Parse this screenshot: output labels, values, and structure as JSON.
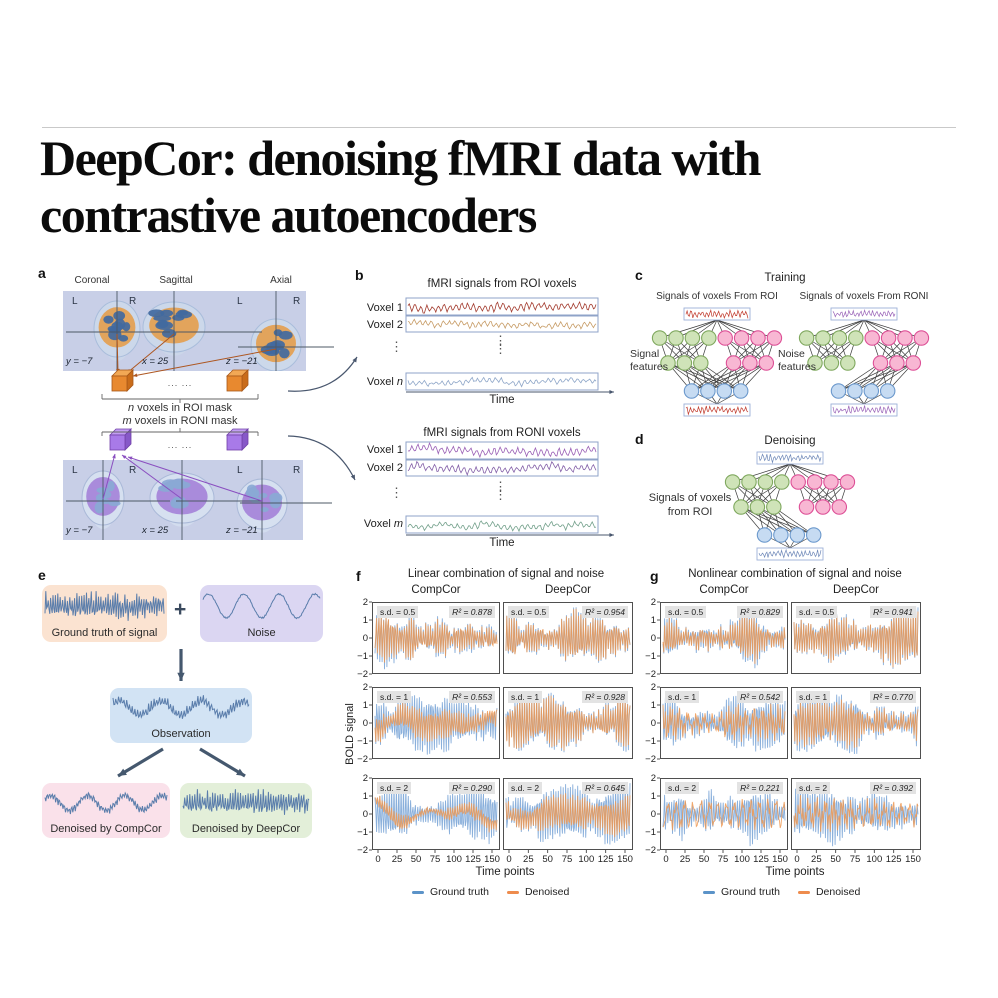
{
  "header": {
    "title_line1": "DeepCor: denoising fMRI data with",
    "title_line2": "contrastive autoencoders"
  },
  "panel_a": {
    "label": "a",
    "view_titles": [
      "Coronal",
      "Sagittal",
      "Axial"
    ],
    "lr": [
      "L",
      "R"
    ],
    "coords_top": [
      "y = −7",
      "x = 25",
      "z = −21"
    ],
    "coords_bottom": [
      "y = −7",
      "x = 25",
      "z = −21"
    ],
    "dots": "... ...",
    "roi_var": "n",
    "roi_text": " voxels in ROI mask",
    "roni_var": "m",
    "roni_text": " voxels in RONI mask"
  },
  "panel_b": {
    "label": "b",
    "roi_title": "fMRI signals from ROI voxels",
    "roni_title": "fMRI signals from RONI voxels",
    "voxel_label": "Voxel ",
    "roi_rows": [
      "1",
      "2",
      "n"
    ],
    "roni_rows": [
      "1",
      "2",
      "m"
    ],
    "xlabel": "Time",
    "ellipsis": "⋮"
  },
  "panel_c": {
    "label": "c",
    "title": "Training",
    "left_title": "Signals of voxels From ROI",
    "right_title": "Signals of voxels From RONI",
    "left_feature_1": "Signal",
    "left_feature_2": "features",
    "right_feature_1": "Noise",
    "right_feature_2": "features"
  },
  "panel_d": {
    "label": "d",
    "title": "Denoising",
    "side_label_1": "Signals of voxels",
    "side_label_2": "from ROI"
  },
  "panel_e": {
    "label": "e",
    "plus": "+",
    "boxes": {
      "ground": "Ground truth of signal",
      "noise": "Noise",
      "observation": "Observation",
      "compcor": "Denoised by CompCor",
      "deepcor": "Denoised by DeepCor"
    }
  },
  "panel_f": {
    "label": "f",
    "title": "Linear combination of signal and noise",
    "columns": [
      "CompCor",
      "DeepCor"
    ],
    "ylabel": "BOLD signal",
    "xlabel": "Time points",
    "yticks": [
      "2",
      "1",
      "0",
      "−1",
      "−2"
    ],
    "xticks": [
      "0",
      "25",
      "50",
      "75",
      "100",
      "125",
      "150"
    ],
    "rows": [
      {
        "sd_label": "s.d. = 0.5",
        "cells": [
          {
            "r2_label": "R² = 0.878",
            "r2": 0.878
          },
          {
            "r2_label": "R² = 0.954",
            "r2": 0.954
          }
        ]
      },
      {
        "sd_label": "s.d. = 1",
        "cells": [
          {
            "r2_label": "R² = 0.553",
            "r2": 0.553
          },
          {
            "r2_label": "R² = 0.928",
            "r2": 0.928
          }
        ]
      },
      {
        "sd_label": "s.d. = 2",
        "cells": [
          {
            "r2_label": "R² = 0.290",
            "r2": 0.29
          },
          {
            "r2_label": "R² = 0.645",
            "r2": 0.645
          }
        ]
      }
    ],
    "legend": [
      {
        "label": "Ground truth",
        "color": "#5b93c8"
      },
      {
        "label": "Denoised",
        "color": "#ee8c4d"
      }
    ]
  },
  "panel_g": {
    "label": "g",
    "title": "Nonlinear combination of signal and noise",
    "columns": [
      "CompCor",
      "DeepCor"
    ],
    "xlabel": "Time points",
    "yticks": [
      "2",
      "1",
      "0",
      "−1",
      "−2"
    ],
    "xticks": [
      "0",
      "25",
      "50",
      "75",
      "100",
      "125",
      "150"
    ],
    "rows": [
      {
        "sd_label": "s.d. = 0.5",
        "cells": [
          {
            "r2_label": "R² = 0.829",
            "r2": 0.829
          },
          {
            "r2_label": "R² = 0.941",
            "r2": 0.941
          }
        ]
      },
      {
        "sd_label": "s.d. = 1",
        "cells": [
          {
            "r2_label": "R² = 0.542",
            "r2": 0.542
          },
          {
            "r2_label": "R² = 0.770",
            "r2": 0.77
          }
        ]
      },
      {
        "sd_label": "s.d. = 2",
        "cells": [
          {
            "r2_label": "R² = 0.221",
            "r2": 0.221
          },
          {
            "r2_label": "R² = 0.392",
            "r2": 0.392
          }
        ]
      }
    ],
    "legend": [
      {
        "label": "Ground truth",
        "color": "#5b93c8"
      },
      {
        "label": "Denoised",
        "color": "#ee8c4d"
      }
    ]
  },
  "colors": {
    "ground_truth_line": "#6b9bd2",
    "denoised_line": "#f09850",
    "roi_signals": [
      "#a33b2e",
      "#c79c66",
      "#8ea6c8"
    ],
    "roni_signals": [
      "#9a5fb5",
      "#8460a8",
      "#74a18c"
    ],
    "node_green": "#cfe3b8",
    "node_pink": "#f8b7d3",
    "node_blue": "#c6dbf2",
    "cube_orange": "#e8892f",
    "cube_purple": "#a87ae8",
    "brain_bg": "#c8cfe7"
  },
  "chart_data": [
    {
      "type": "line",
      "title": "Linear combination of signal and noise",
      "xlabel": "Time points",
      "ylabel": "BOLD signal",
      "xlim": [
        0,
        160
      ],
      "ylim": [
        -2,
        2
      ],
      "legend": [
        "Ground truth",
        "Denoised"
      ],
      "subplots": [
        {
          "method": "CompCor",
          "sd": 0.5,
          "r2": 0.878
        },
        {
          "method": "DeepCor",
          "sd": 0.5,
          "r2": 0.954
        },
        {
          "method": "CompCor",
          "sd": 1,
          "r2": 0.553
        },
        {
          "method": "DeepCor",
          "sd": 1,
          "r2": 0.928
        },
        {
          "method": "CompCor",
          "sd": 2,
          "r2": 0.29
        },
        {
          "method": "DeepCor",
          "sd": 2,
          "r2": 0.645
        }
      ]
    },
    {
      "type": "line",
      "title": "Nonlinear combination of signal and noise",
      "xlabel": "Time points",
      "ylabel": "BOLD signal",
      "xlim": [
        0,
        160
      ],
      "ylim": [
        -2,
        2
      ],
      "legend": [
        "Ground truth",
        "Denoised"
      ],
      "subplots": [
        {
          "method": "CompCor",
          "sd": 0.5,
          "r2": 0.829
        },
        {
          "method": "DeepCor",
          "sd": 0.5,
          "r2": 0.941
        },
        {
          "method": "CompCor",
          "sd": 1,
          "r2": 0.542
        },
        {
          "method": "DeepCor",
          "sd": 1,
          "r2": 0.77
        },
        {
          "method": "CompCor",
          "sd": 2,
          "r2": 0.221
        },
        {
          "method": "DeepCor",
          "sd": 2,
          "r2": 0.392
        }
      ]
    }
  ]
}
